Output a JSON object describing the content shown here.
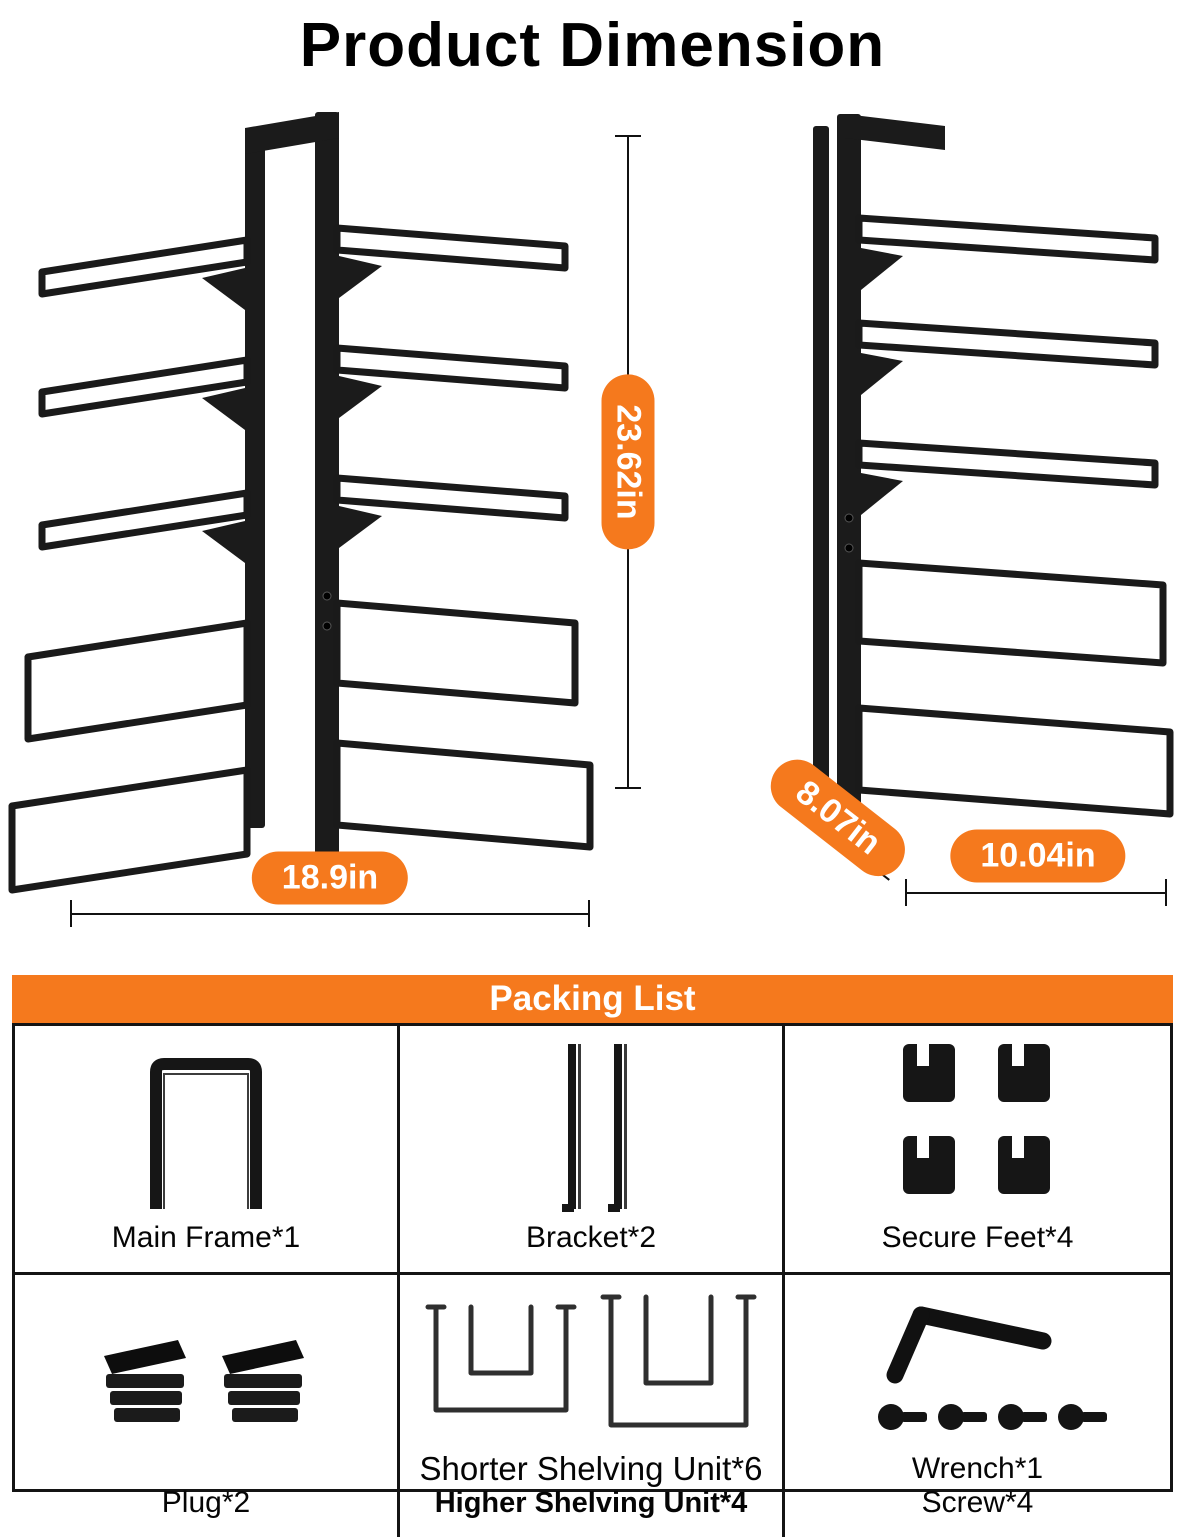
{
  "title": "Product Dimension",
  "main_view": {
    "height_label": "23.62in",
    "width_label": "18.9in"
  },
  "side_view": {
    "depth_label": "8.07in",
    "width_label": "10.04in"
  },
  "packing_list": {
    "header": "Packing List",
    "items": [
      {
        "label": "Main Frame*1"
      },
      {
        "label": "Bracket*2"
      },
      {
        "label": "Secure Feet*4"
      },
      {
        "label": "Plug*2"
      },
      {
        "label": "Shorter Shelving Unit*6",
        "label2": "Higher Shelving Unit*4"
      },
      {
        "label": "Wrench*1",
        "label2": "Screw*4"
      }
    ]
  },
  "colors": {
    "accent": "#F5791D",
    "ink": "#141414"
  }
}
